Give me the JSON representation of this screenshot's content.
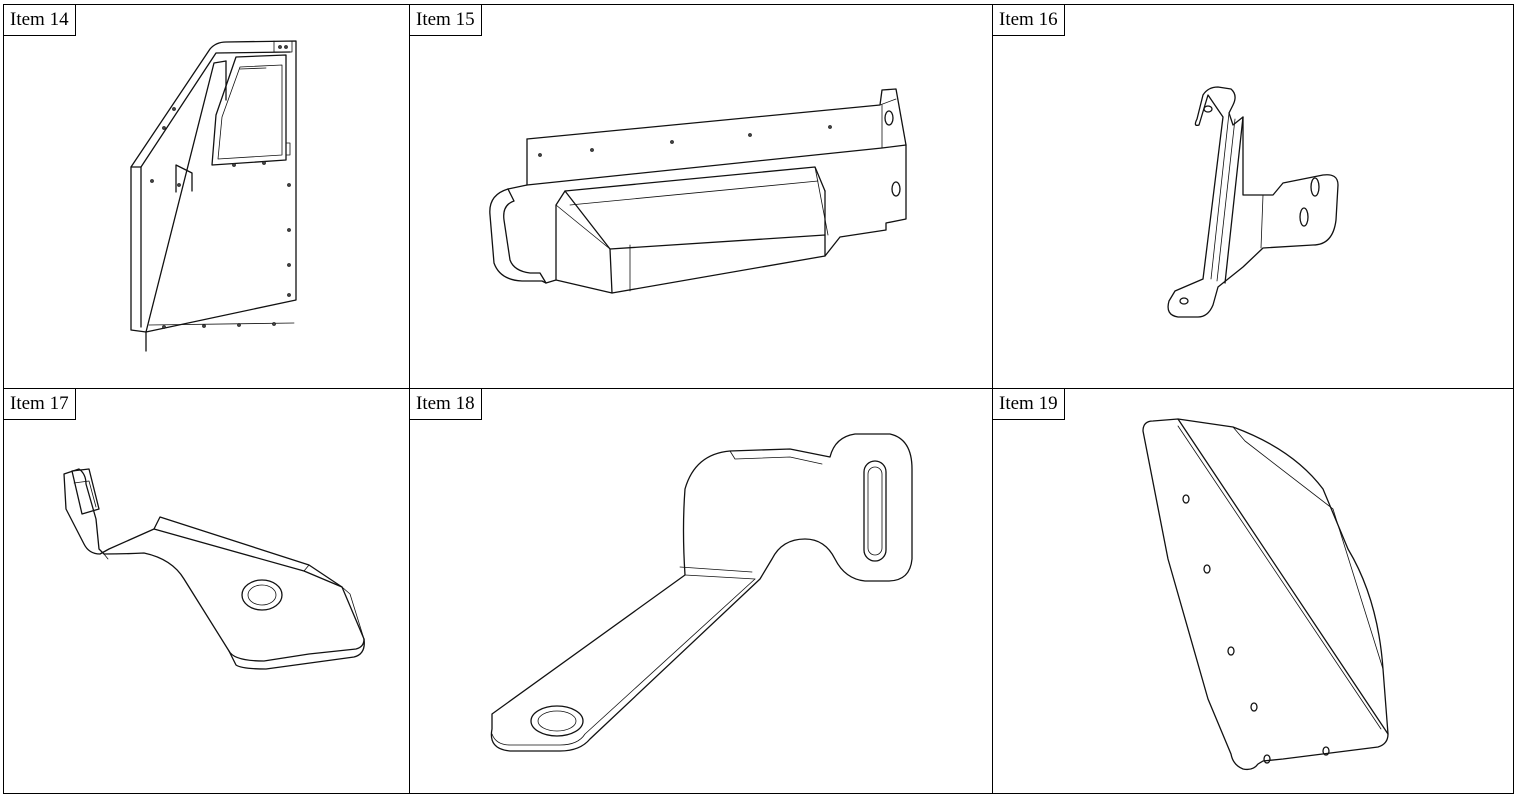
{
  "items": [
    {
      "label": "Item 14"
    },
    {
      "label": "Item 15"
    },
    {
      "label": "Item 16"
    },
    {
      "label": "Item 17"
    },
    {
      "label": "Item 18"
    },
    {
      "label": "Item 19"
    }
  ]
}
